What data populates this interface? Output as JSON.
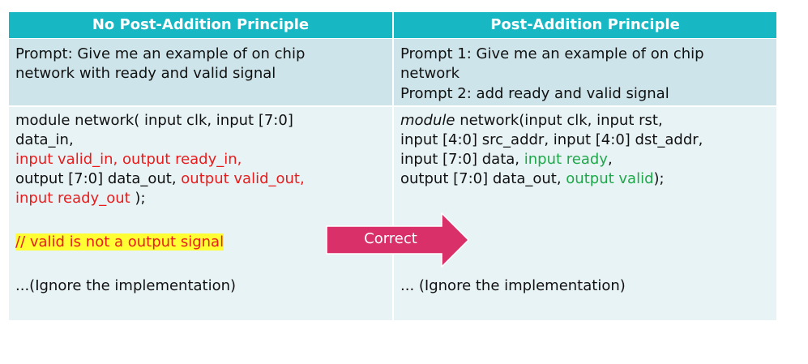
{
  "headers": {
    "left": "No Post-Addition Principle",
    "right": "Post-Addition Principle"
  },
  "prompts": {
    "left": [
      "Prompt: Give me an example of on chip",
      "network with ready and valid signal"
    ],
    "right": [
      "Prompt 1: Give me an example of on chip",
      "network",
      "Prompt 2: add ready and valid signal"
    ]
  },
  "left_code": {
    "l1": "module network( input clk, input [7:0]",
    "l2": "data_in,",
    "l3": "input valid_in, output ready_in,",
    "l4a": "output [7:0] data_out, ",
    "l4b": "output valid_out,",
    "l5a": "input ready_out",
    "l5b": " );",
    "comment": "// valid is not a output signal",
    "ignore": "...(Ignore the implementation)"
  },
  "right_code": {
    "l1a": "module",
    "l1b": " network(input clk, input rst,",
    "l2": "input [4:0] src_addr, input [4:0] dst_addr,",
    "l3a": "input [7:0] data, ",
    "l3b": "input ready",
    "l3c": ",",
    "l4a": "output [7:0] data_out, ",
    "l4b": "output valid",
    "l4c": ");",
    "ignore": "... (Ignore the implementation)"
  },
  "arrow_label": "Correct",
  "colors": {
    "header": "#18b7c4",
    "prompt_bg": "#cde5ea",
    "body_bg": "#e8f3f5",
    "error": "#e81c1c",
    "added": "#1fa84a",
    "highlight": "#ffff33",
    "arrow": "#d9306a"
  }
}
